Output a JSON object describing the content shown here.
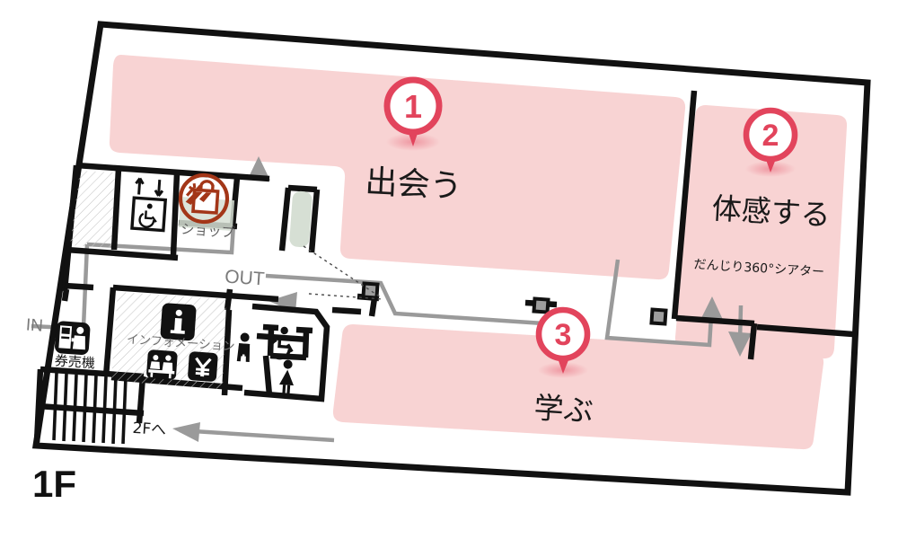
{
  "map": {
    "floor_label": "1F",
    "accent_pin_color": "#e2445c",
    "zone_fill_color": "#f8d3d3",
    "wall_color": "#111111",
    "route_color": "#9a9a9a",
    "shop_icon_color": "#a33618",
    "hatch_color": "#b9b9b9"
  },
  "zones": [
    {
      "number": "1",
      "title": "出会う",
      "subtitle": ""
    },
    {
      "number": "2",
      "title": "体感する",
      "subtitle": "だんじり360°シアター"
    },
    {
      "number": "3",
      "title": "学ぶ",
      "subtitle": ""
    }
  ],
  "facilities": [
    {
      "id": "elevator",
      "label": "",
      "icon": "elevator-accessible-icon"
    },
    {
      "id": "shop",
      "label": "ショップ",
      "icon": "shop-bag-icon"
    },
    {
      "id": "information",
      "label": "インフォメーション",
      "icon": "information-icon"
    },
    {
      "id": "reception",
      "label": "",
      "icon": "reception-counter-icon"
    },
    {
      "id": "cashier",
      "label": "",
      "icon": "yen-icon"
    },
    {
      "id": "ticket-machine",
      "label": "券売機",
      "icon": "ticket-vending-machine-icon"
    },
    {
      "id": "restroom-men",
      "label": "",
      "icon": "restroom-men-icon"
    },
    {
      "id": "restroom-women",
      "label": "",
      "icon": "restroom-women-icon"
    },
    {
      "id": "restroom-accessible",
      "label": "",
      "icon": "restroom-accessible-icon"
    },
    {
      "id": "stairs",
      "label": "",
      "icon": "stairs-icon"
    }
  ],
  "route_labels": [
    {
      "id": "entrance",
      "text": "IN"
    },
    {
      "id": "exit",
      "text": "OUT"
    },
    {
      "id": "to-second-floor",
      "text": "2Fへ"
    }
  ]
}
